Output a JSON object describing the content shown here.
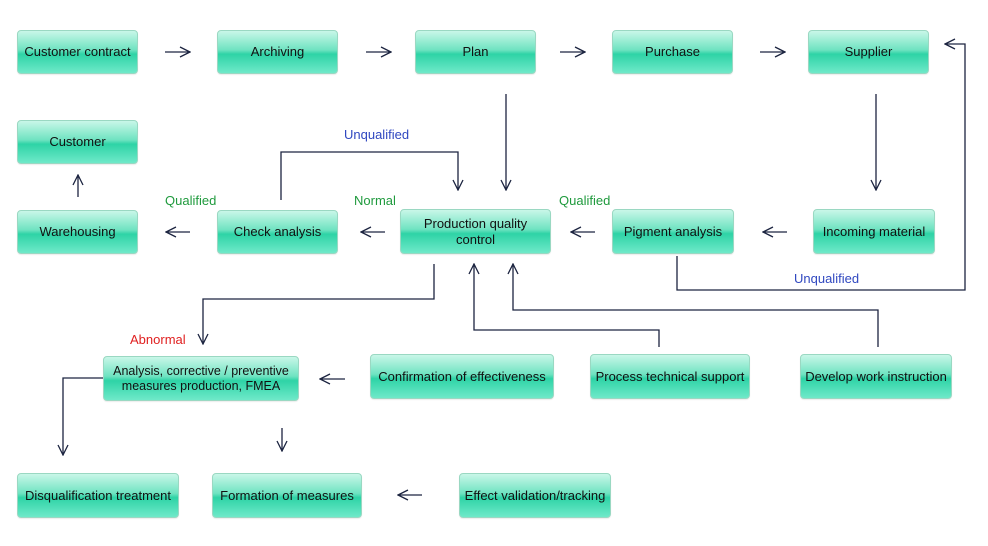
{
  "nodes": {
    "customer_contract": "Customer contract",
    "archiving": "Archiving",
    "plan": "Plan",
    "purchase": "Purchase",
    "supplier": "Supplier",
    "customer": "Customer",
    "warehousing": "Warehousing",
    "check_analysis": "Check analysis",
    "production_quality_control": "Production quality control",
    "pigment_analysis": "Pigment analysis",
    "incoming_material": "Incoming material",
    "analysis_corrective": "Analysis, corrective / preventive measures production, FMEA",
    "confirmation_effectiveness": "Confirmation of effectiveness",
    "process_technical_support": "Process technical support",
    "develop_work_instruction": "Develop work instruction",
    "disqualification_treatment": "Disqualification treatment",
    "formation_of_measures": "Formation of measures",
    "effect_validation": "Effect validation/tracking"
  },
  "labels": {
    "unqualified_top": "Unqualified",
    "qualified_left": "Qualified",
    "normal": "Normal",
    "qualified_right": "Qualified",
    "unqualified_right": "Unqualified",
    "abnormal": "Abnormal"
  },
  "colors": {
    "qualified": "#1f9a3d",
    "unqualified": "#3048c0",
    "abnormal": "#e02020",
    "box_top": "#c9f7e8",
    "box_mid": "#2ed3a6"
  }
}
